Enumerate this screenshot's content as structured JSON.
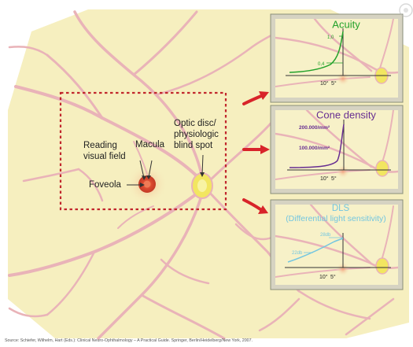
{
  "colors": {
    "fundus": "#f6efbf",
    "vessel": "#e9b3b8",
    "dashed_box": "#c1272d",
    "arrow": "#d8242a",
    "panel_border": "#8a8f7a",
    "panel_frame": "#d6d3c2",
    "fovea_red": "#d9472f",
    "disc_yellow": "#f2e660",
    "acuity": "#22a12a",
    "cone": "#662d91",
    "dls": "#73c6e0"
  },
  "labels": {
    "reading_visual_field": [
      "Reading",
      "visual field"
    ],
    "macula": "Macula",
    "foveola": "Foveola",
    "optic_disc": [
      "Optic disc/",
      "physiologic",
      "blind spot"
    ]
  },
  "panels": [
    {
      "key": "acuity",
      "title": [
        "Acuity"
      ],
      "y_values": [
        "1,0",
        "0,4"
      ],
      "x_ticks": [
        "10°",
        "5°"
      ]
    },
    {
      "key": "cone",
      "title": [
        "Cone density"
      ],
      "y_values": [
        "200.000/mm²",
        "100.000/mm²"
      ],
      "x_ticks": [
        "10°",
        "5°"
      ]
    },
    {
      "key": "dls",
      "title": [
        "DLS",
        "(Differential light sensitivity)"
      ],
      "y_values": [
        "28db",
        "22db"
      ],
      "x_ticks": [
        "10°",
        "5°"
      ]
    }
  ],
  "source_text": "Source: Schiefer, Wilhelm, Hart (Eds.): Clinical Neuro-Ophthalmology – A Practical Guide. Springer, Berlin/Heidelberg/New York, 2007."
}
